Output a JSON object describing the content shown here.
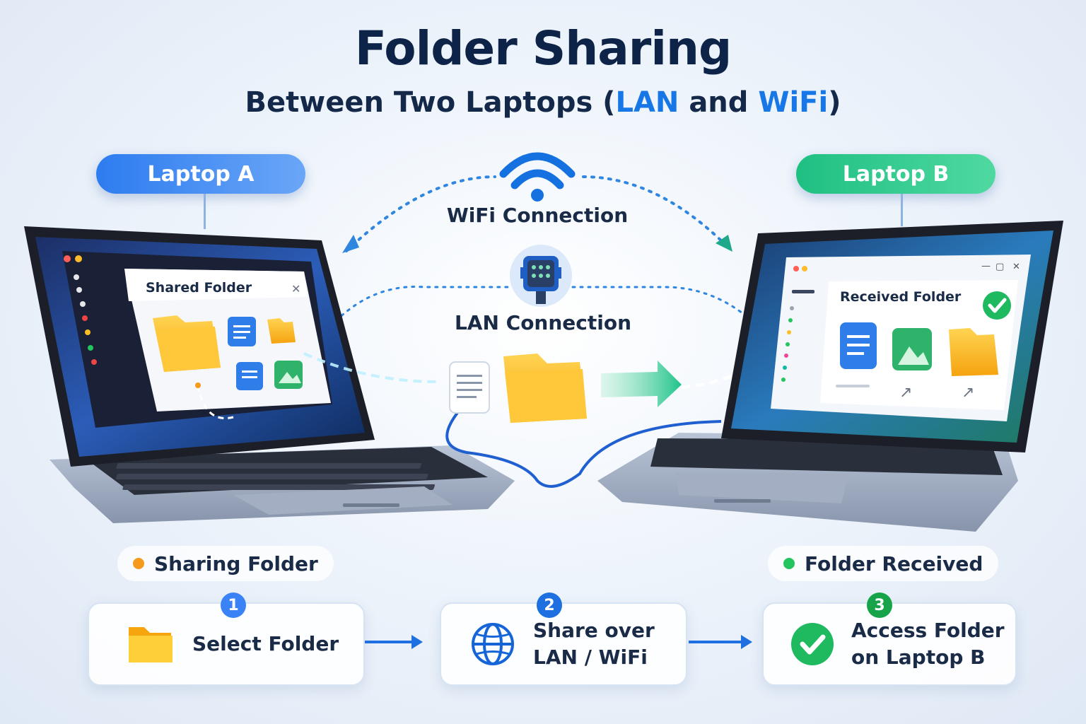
{
  "header": {
    "title": "Folder Sharing",
    "subtitle_prefix": "Between Two Laptops (",
    "subtitle_lan": "LAN",
    "subtitle_and": " and ",
    "subtitle_wifi": "WiFi",
    "subtitle_suffix": ")"
  },
  "laptops": {
    "a": {
      "label": "Laptop A",
      "window_title": "Shared Folder",
      "status": "Sharing Folder",
      "status_color": "#f59a1c"
    },
    "b": {
      "label": "Laptop B",
      "window_title": "Received Folder",
      "status": "Folder Received",
      "status_color": "#22c55e"
    }
  },
  "connections": {
    "wifi": "WiFi Connection",
    "lan": "LAN Connection"
  },
  "steps": [
    {
      "number": "1",
      "text_line1": "Select Folder",
      "text_line2": "",
      "icon": "folder-icon"
    },
    {
      "number": "2",
      "text_line1": "Share over",
      "text_line2": "LAN / WiFi",
      "icon": "globe-icon"
    },
    {
      "number": "3",
      "text_line1": "Access Folder",
      "text_line2": "on Laptop B",
      "icon": "check-circle-icon"
    }
  ],
  "colors": {
    "accent_blue": "#1877e6",
    "accent_green": "#22c55e",
    "folder": "#fbbf24",
    "title": "#0d2347"
  }
}
